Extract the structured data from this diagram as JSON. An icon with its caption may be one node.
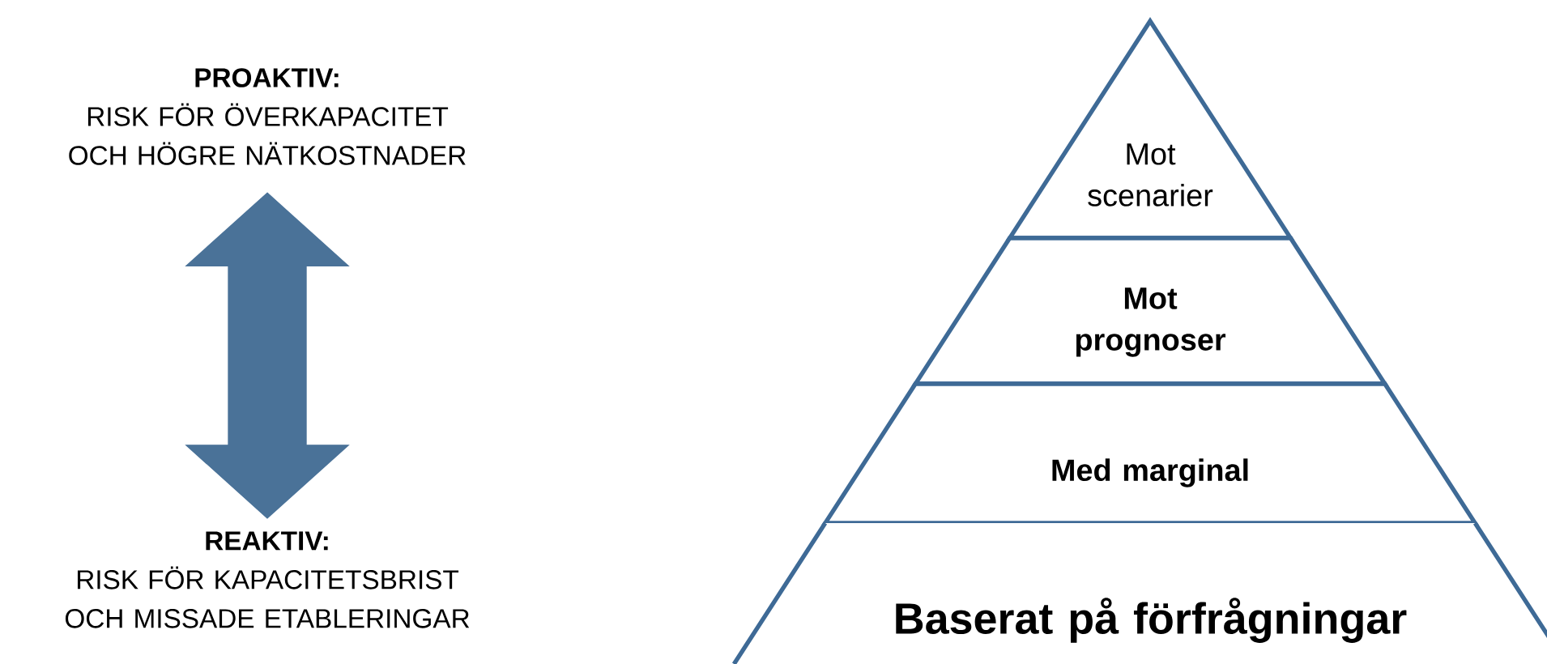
{
  "diagram": {
    "nodes": [
      {
        "text": [
          "PROAKTIV:",
          "RISK FÖR ÖVERKAPACITET OCH HÖGRE NÄTKOSTNADER"
        ]
      },
      {
        "text": [
          "REAKTIV:",
          "RISK FÖR KAPACITETSBRIST OCH MISSADE ETABLERINGAR"
        ]
      },
      {
        "text": [
          "Mot scenarier"
        ]
      },
      {
        "text": [
          "Mot prognoser"
        ]
      },
      {
        "text": [
          "Med marginal"
        ]
      },
      {
        "text": [
          "Baserat på förfrågningar"
        ]
      }
    ],
    "edges": [
      {
        "from": 0,
        "to": 1,
        "arrow": "both",
        "style": "thick",
        "color": "#4a7298"
      }
    ]
  }
}
